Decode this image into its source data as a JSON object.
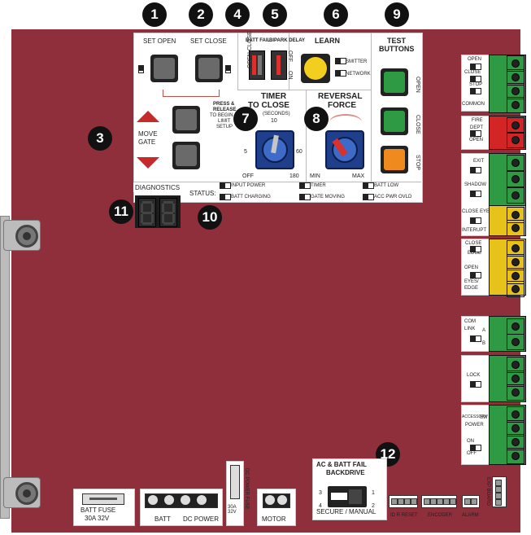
{
  "colors": {
    "board": "#8e2f3b",
    "green": "#2f9a44",
    "yellow": "#e7c21b",
    "red": "#d32525",
    "orange": "#ef8a1e",
    "panel": "#ffffff"
  },
  "badges": [
    "1",
    "2",
    "3",
    "4",
    "5",
    "6",
    "7",
    "8",
    "9",
    "10",
    "11",
    "12"
  ],
  "set_open": "SET  OPEN",
  "set_close": "SET  CLOSE",
  "batt_fail": "BATT FAIL",
  "bipark_delay": "BIPARK DELAY",
  "sw_open": "OPEN",
  "sw_close": "CLOSE",
  "sw_off": "OFF",
  "sw_on": "ON",
  "learn": "LEARN",
  "smitter": "SMITTER",
  "network": "NETWORK",
  "test_buttons": [
    "TEST",
    "BUTTONS"
  ],
  "test_open": "OPEN",
  "test_close": "CLOSE",
  "test_stop": "STOP",
  "press_release": [
    "PRESS &",
    "RELEASE",
    "TO BEGIN",
    "LIMIT",
    "SETUP"
  ],
  "move_gate": [
    "MOVE",
    "GATE"
  ],
  "timer_title": [
    "TIMER",
    "TO CLOSE"
  ],
  "timer_seconds": "(SECONDS)",
  "timer_ticks": {
    "top": "10",
    "left": "5",
    "right": "60",
    "off": "OFF",
    "max": "180"
  },
  "reversal_title": [
    "REVERSAL",
    "FORCE"
  ],
  "reversal_min": "MIN",
  "reversal_max": "MAX",
  "diagnostics": "DIAGNOSTICS",
  "status": "STATUS:",
  "status_items": [
    "INPUT POWER",
    "TIMER",
    "BATT LOW",
    "BATT CHARGING",
    "GATE MOVING",
    "ACC PWR OVLD"
  ],
  "right_terms": {
    "g1": [
      "OPEN",
      "CLOSE",
      "STOP",
      "COMMON"
    ],
    "fire": [
      "FIRE",
      "DEPT",
      "OPEN"
    ],
    "g2": [
      "EXIT",
      "SHADOW",
      "CLOSE EYES/",
      "INTERUPT"
    ],
    "g3": [
      "CLOSE",
      "EDGE",
      "OPEN",
      "EYES/",
      "EDGE"
    ],
    "com": [
      "COM",
      "LINK",
      "A",
      "B"
    ],
    "lock": [
      "LOCK"
    ],
    "acc": [
      "ACCESSORY",
      "POWER",
      "ON",
      "SW",
      "OFF"
    ]
  },
  "backdrive": [
    "AC & BATT FAIL",
    "BACKDRIVE"
  ],
  "backdrive_nums": {
    "n3": "3",
    "n4": "4",
    "n1": "1",
    "n2": "2"
  },
  "secure_manual": "SECURE / MANUAL",
  "bottom": {
    "batt_fuse": "BATT  FUSE",
    "batt_fuse_rating": "30A  32V",
    "batt": "BATT",
    "dc_power": "DC  POWER",
    "dc_fuse": "DC POWER FUSE",
    "dc_fuse_rating": "30A 32V",
    "motor": "MOTOR",
    "id_reset": "ID R RESET",
    "encoder": "ENCODER",
    "alarm": "ALARM",
    "exp_board": "EXP BOARD"
  }
}
